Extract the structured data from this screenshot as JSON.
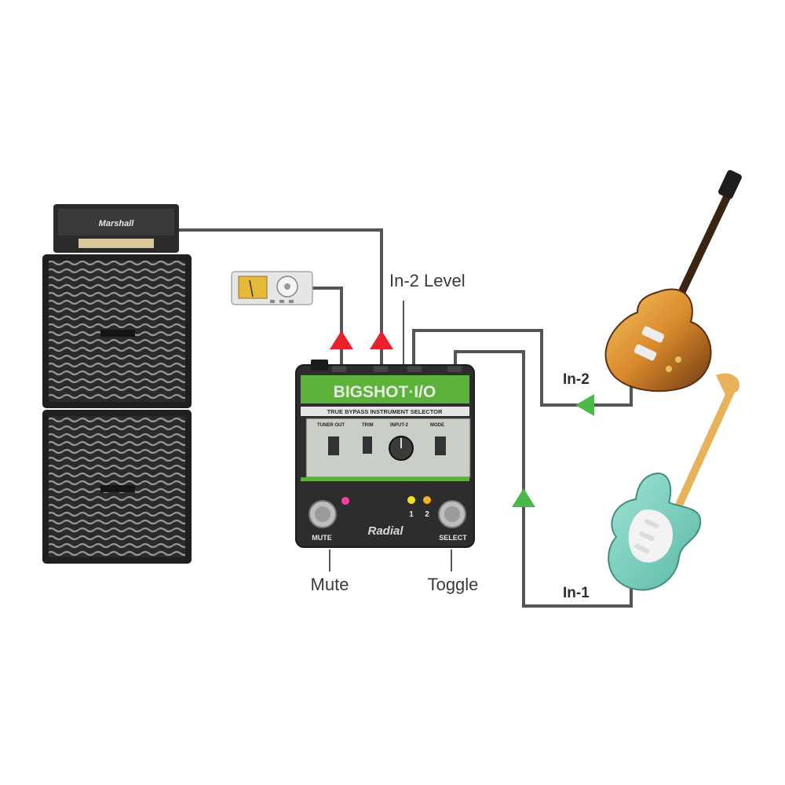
{
  "labels": {
    "in2_level": "In-2 Level",
    "in2": "In-2",
    "in1": "In-1",
    "mute": "Mute",
    "toggle": "Toggle"
  },
  "pedal": {
    "brand": "Radial",
    "model": "BIGSHOT·I/O",
    "subtitle": "TRUE BYPASS INSTRUMENT SELECTOR",
    "mute_label": "MUTE",
    "select_label": "SELECT",
    "led_1": "1",
    "led_2": "2",
    "switch_1": "TUNER OUT",
    "switch_2": "TRIM",
    "switch_3": "INPUT-2",
    "switch_4": "MODE"
  },
  "amp": {
    "brand": "Marshall"
  },
  "colors": {
    "cable": "#555555",
    "arrow_out": "#e8212b",
    "arrow_in": "#4cb848",
    "pedal_green": "#5db33a",
    "mute_led": "#ff3fa0",
    "led_yellow": "#f2e21b",
    "led_amber": "#f2b21b"
  },
  "icons": {
    "tuner": "tuner-icon",
    "amp": "amp-icon",
    "guitar_1": "les-paul-guitar-icon",
    "guitar_2": "stratocaster-guitar-icon"
  }
}
